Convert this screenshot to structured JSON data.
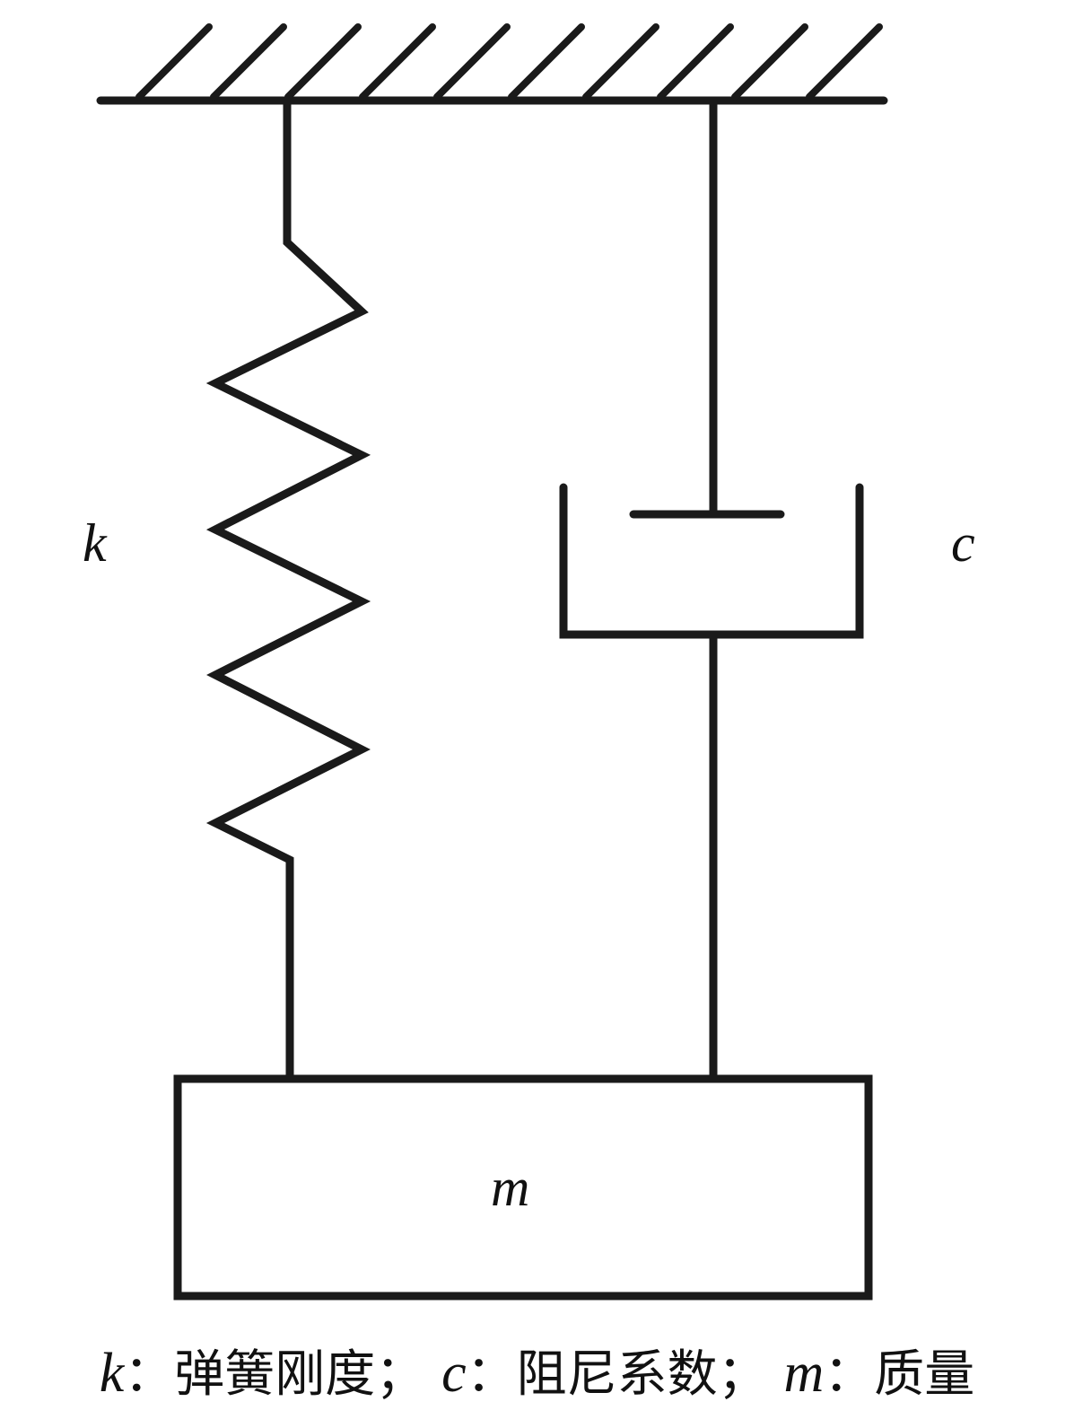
{
  "labels": {
    "spring": "k",
    "damper": "c",
    "mass": "m"
  },
  "caption": [
    {
      "sym": "k",
      "text": "：弹簧刚度；"
    },
    {
      "sym": "c",
      "text": "：阻尼系数；"
    },
    {
      "sym": "m",
      "text": "：质量"
    }
  ],
  "colors": {
    "line": "#1a1a1a",
    "background": "#ffffff"
  }
}
